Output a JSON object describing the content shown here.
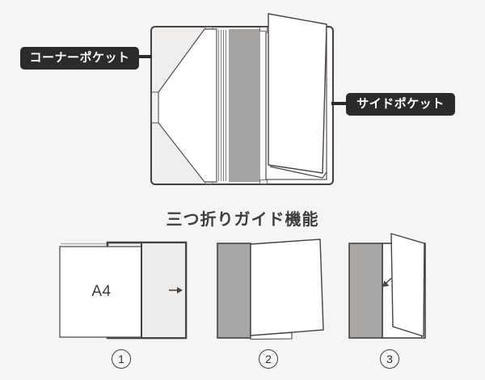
{
  "background": "#f5f5f5",
  "callouts": {
    "bg_color": "#2d2b2a",
    "text_color": "#ffffff",
    "corner_pocket": {
      "label": "コーナーポケット"
    },
    "side_pocket": {
      "label": "サイドポケット"
    }
  },
  "folder_diagram": {
    "outline_color": "#474140",
    "cover_fill": "#efeeec",
    "spine_fill": "#a5a3a1",
    "pocket_gray": "#a9a7a5",
    "paper_fill": "#ffffff"
  },
  "guide": {
    "title": "三つ折りガイド機能",
    "steps": [
      {
        "number": "1",
        "paper_label": "A4",
        "icon": "arrow-right"
      },
      {
        "number": "2"
      },
      {
        "number": "3",
        "icon": "arrow-down-left"
      }
    ]
  }
}
